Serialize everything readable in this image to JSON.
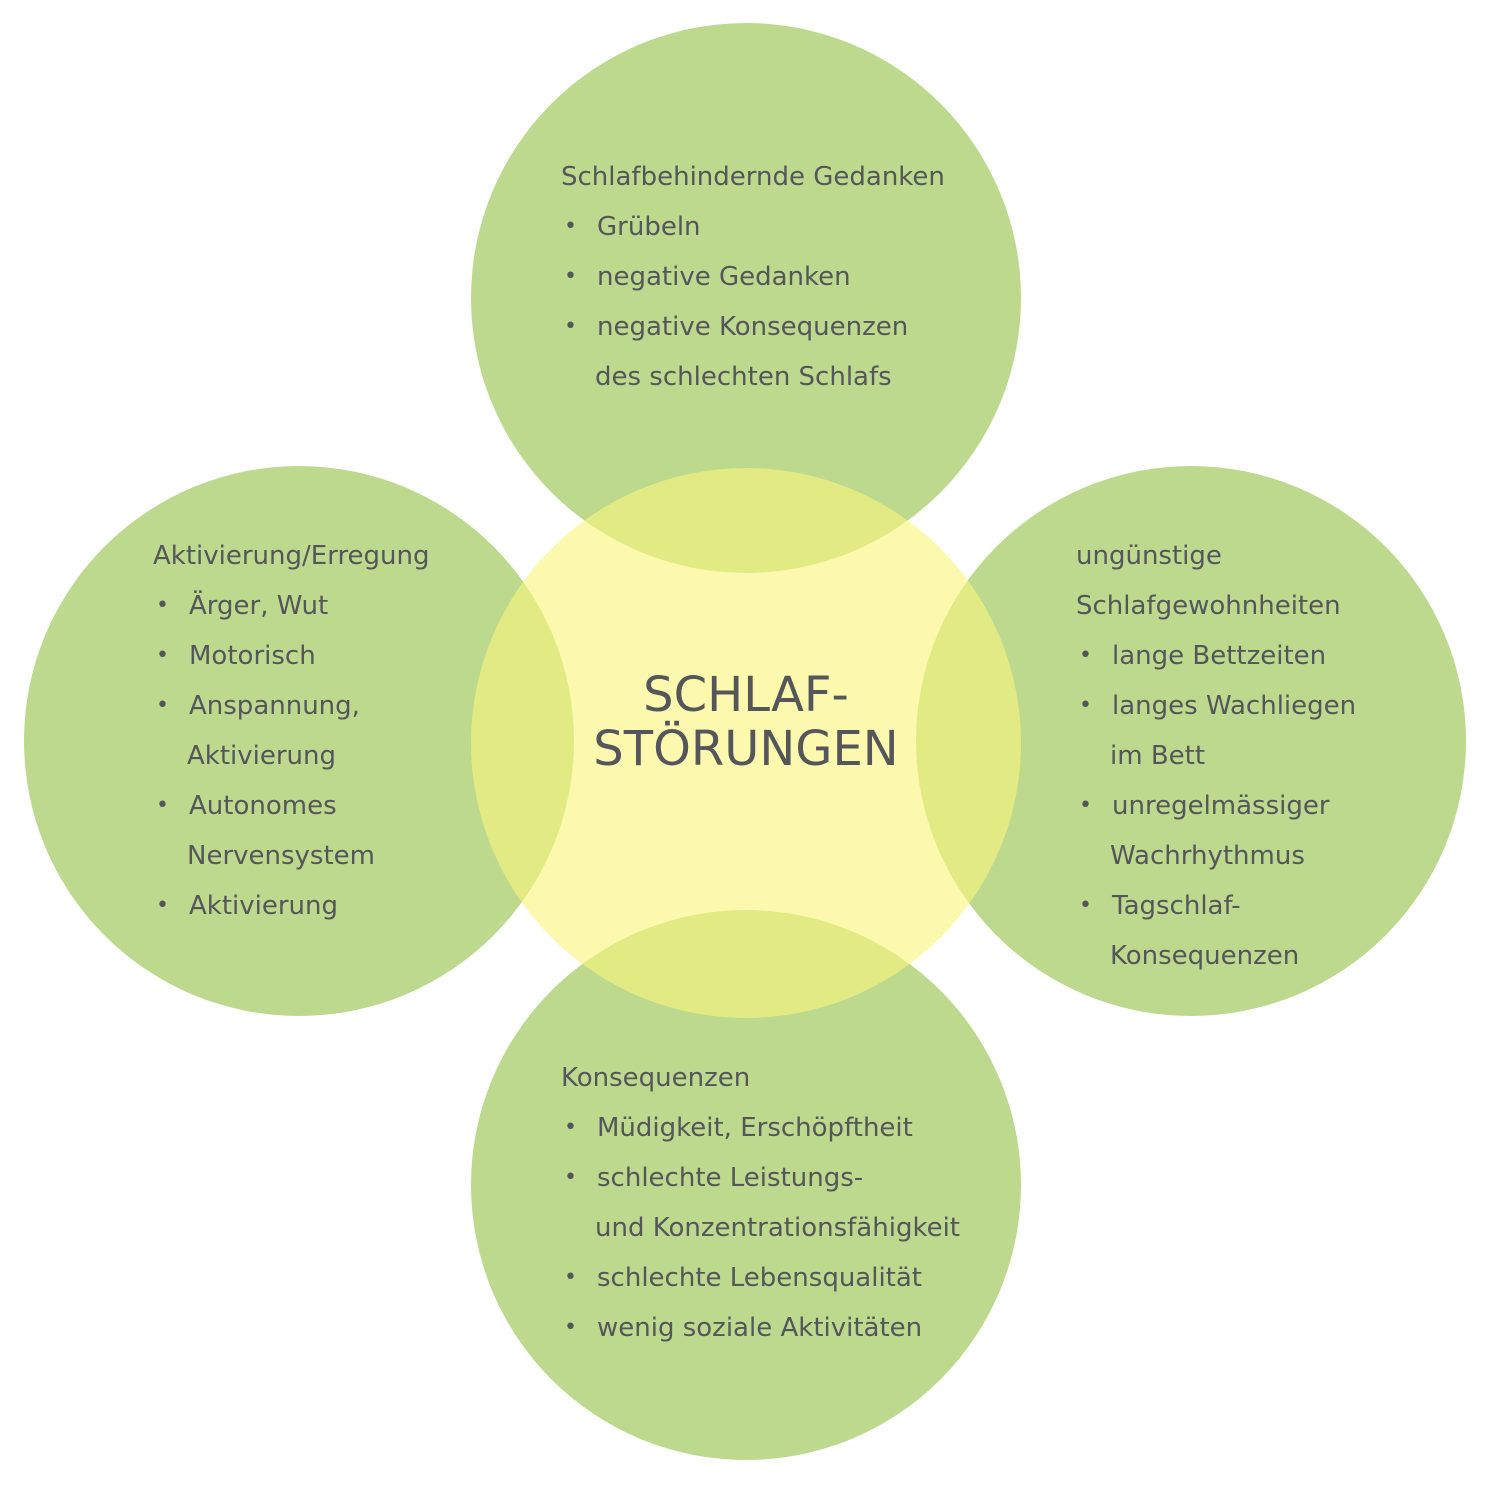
{
  "colors": {
    "outer_circle": "#bcd98e",
    "center_circle": "#faf57d",
    "text": "#55565a"
  },
  "center": {
    "line1": "SCHLAF-",
    "line2": "STÖRUNGEN"
  },
  "top": {
    "heading": "Schlafbehindernde Gedanken",
    "items": [
      {
        "lines": [
          "Grübeln"
        ]
      },
      {
        "lines": [
          "negative Gedanken"
        ]
      },
      {
        "lines": [
          "negative Konsequenzen",
          "des schlechten Schlafs"
        ]
      }
    ]
  },
  "left": {
    "heading": "Aktivierung/Erregung",
    "items": [
      {
        "lines": [
          "Ärger, Wut"
        ]
      },
      {
        "lines": [
          "Motorisch"
        ]
      },
      {
        "lines": [
          "Anspannung,",
          "Aktivierung"
        ]
      },
      {
        "lines": [
          "Autonomes",
          "Nervensystem"
        ]
      },
      {
        "lines": [
          "Aktivierung"
        ]
      }
    ]
  },
  "right": {
    "heading_lines": [
      "ungünstige",
      "Schlafgewohnheiten"
    ],
    "items": [
      {
        "lines": [
          "lange Bettzeiten"
        ]
      },
      {
        "lines": [
          "langes Wachliegen",
          "im Bett"
        ]
      },
      {
        "lines": [
          "unregelmässiger",
          "Wachrhythmus"
        ]
      },
      {
        "lines": [
          "Tagschlaf-",
          "Konsequenzen"
        ]
      }
    ]
  },
  "bottom": {
    "heading": "Konsequenzen",
    "items": [
      {
        "lines": [
          "Müdigkeit, Erschöpftheit"
        ]
      },
      {
        "lines": [
          "schlechte Leistungs-",
          "und Konzentrationsfähigkeit"
        ]
      },
      {
        "lines": [
          "schlechte Lebensqualität"
        ]
      },
      {
        "lines": [
          "wenig soziale Aktivitäten"
        ]
      }
    ]
  }
}
